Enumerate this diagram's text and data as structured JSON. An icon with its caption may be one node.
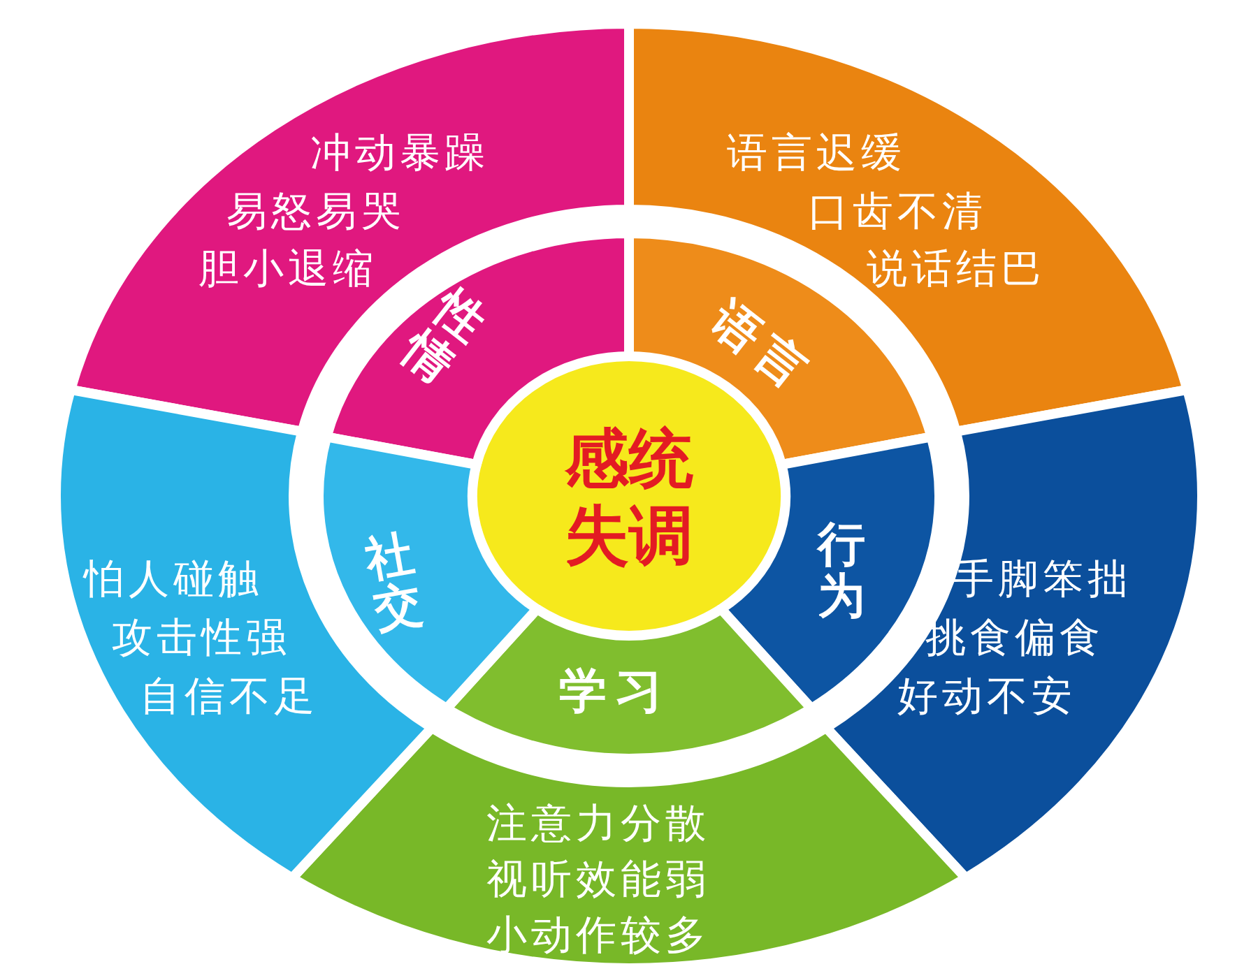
{
  "diagram": {
    "nodes": [
      {
        "text": [
          "感统失调"
        ]
      },
      {
        "text": [
          "性情"
        ]
      },
      {
        "text": [
          "语言"
        ]
      },
      {
        "text": [
          "行为"
        ]
      },
      {
        "text": [
          "学习"
        ]
      },
      {
        "text": [
          "社交"
        ]
      },
      {
        "text": [
          "冲动暴躁",
          "易怒易哭",
          "胆小退缩"
        ]
      },
      {
        "text": [
          "语言迟缓",
          "口齿不清",
          "说话结巴"
        ]
      },
      {
        "text": [
          "手脚笨拙",
          "挑食偏食",
          "好动不安"
        ]
      },
      {
        "text": [
          "注意力分散",
          "视听效能弱",
          "小动作较多"
        ]
      },
      {
        "text": [
          "怕人碰触",
          "攻击性强",
          "自信不足"
        ]
      }
    ],
    "edges": []
  }
}
